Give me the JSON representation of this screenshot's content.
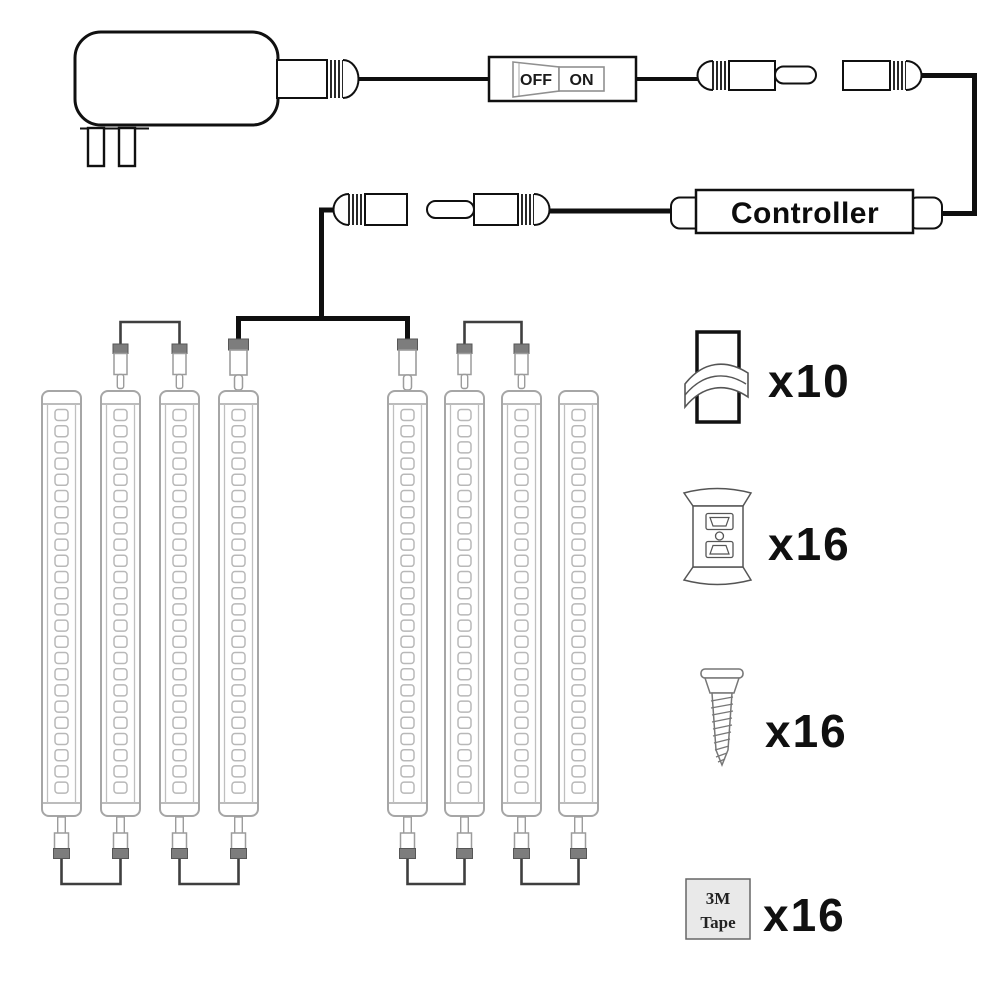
{
  "switch": {
    "off_label": "OFF",
    "on_label": "ON"
  },
  "controller": {
    "label": "Controller"
  },
  "accessories": [
    {
      "name": "cable-clip",
      "qty_label": "x10"
    },
    {
      "name": "mounting-clip",
      "qty_label": "x16"
    },
    {
      "name": "mounting-screw",
      "qty_label": "x16"
    },
    {
      "name": "adhesive-tape",
      "qty_label": "x16",
      "label_line1": "3M",
      "label_line2": "Tape"
    }
  ],
  "led_bars": {
    "count": 8,
    "groups": 2,
    "bars_per_group": 4,
    "leds_per_bar": 24
  },
  "colors": {
    "line_black": "#0f0f0f",
    "bar_gray": "#a6a6a6",
    "bar_inner_gray": "#bfbfbf",
    "led_gray": "#b8b8b8",
    "connector_outline": "#9c9c9c",
    "connector_band": "#7d7d7d",
    "connector_band_stroke": "#565656",
    "jumper_wire": "#3f3f3f",
    "accessory_gray": "#666666",
    "tape_fill": "#e9e9e9"
  }
}
